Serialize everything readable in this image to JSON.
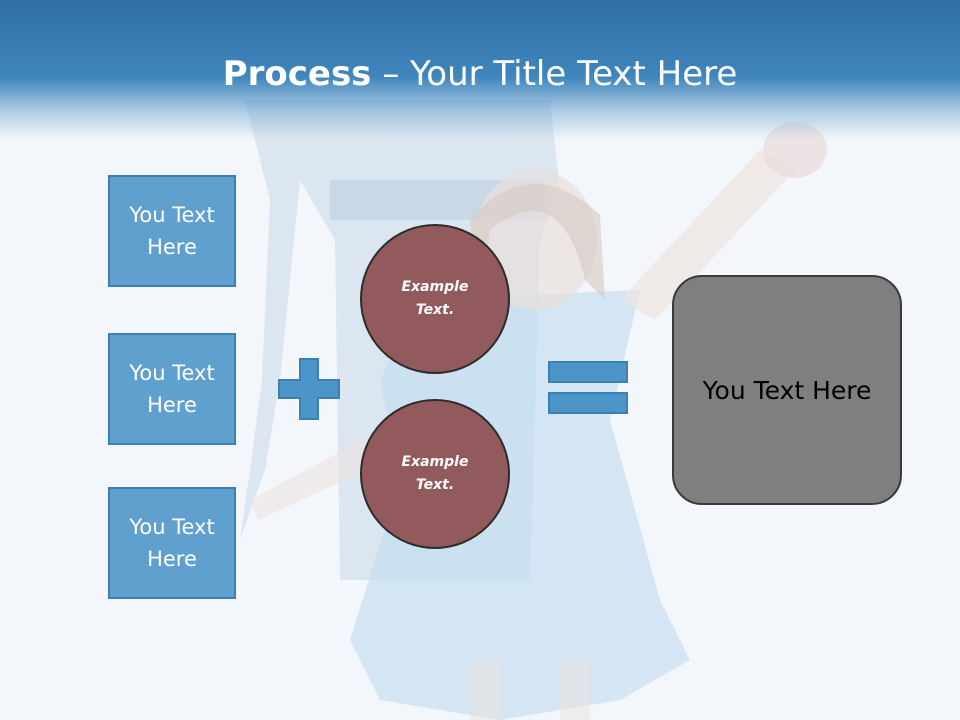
{
  "title": {
    "bold": "Process",
    "rest": " – Your Title Text Here"
  },
  "left_boxes": [
    {
      "label": "You Text Here"
    },
    {
      "label": "You Text Here"
    },
    {
      "label": "You Text Here"
    }
  ],
  "circles": [
    {
      "label": "Example Text."
    },
    {
      "label": "Example Text."
    }
  ],
  "result": {
    "label": "You Text Here"
  },
  "icons": {
    "plus": "plus-icon",
    "equals": "equals-icon"
  },
  "colors": {
    "header_dark": "#2f6ea3",
    "box_blue": "#4a94c8",
    "circle_red": "#935a5d",
    "result_gray": "#7f7f7f"
  }
}
